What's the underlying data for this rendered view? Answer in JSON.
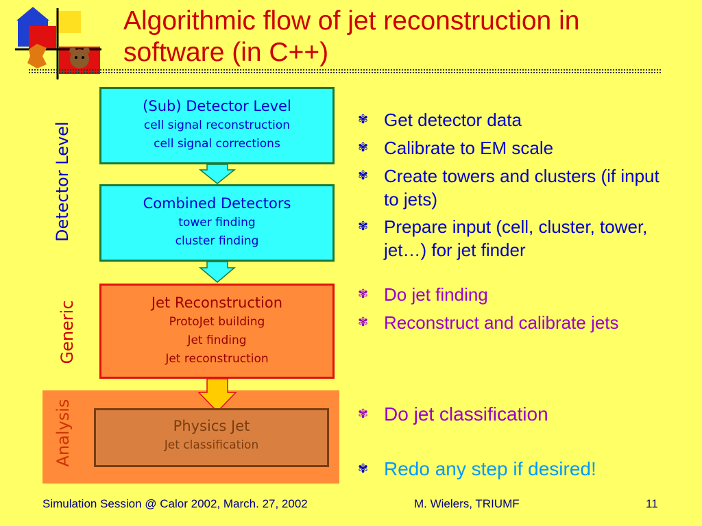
{
  "title": "Algorithmic flow of jet reconstruction in software (in C++)",
  "side_labels": {
    "detector": "Detector Level",
    "generic": "Generic",
    "analysis": "Analysis"
  },
  "boxes": {
    "sub_detector": {
      "head": "(Sub) Detector Level",
      "l1": "cell signal reconstruction",
      "l2": "cell signal corrections"
    },
    "combined": {
      "head": "Combined Detectors",
      "l1": "tower finding",
      "l2": "cluster finding"
    },
    "jet_reco": {
      "head": "Jet Reconstruction",
      "l1": "ProtoJet building",
      "l2": "Jet finding",
      "l3": "Jet reconstruction"
    },
    "physics_jet": {
      "head": "Physics Jet",
      "l1": "Jet classification"
    }
  },
  "bullets": {
    "b1": "Get detector data",
    "b2": "Calibrate to EM scale",
    "b3": "Create towers and clusters (if input to jets)",
    "b4": "Prepare input (cell, cluster, tower, jet…) for jet finder",
    "b5": "Do jet finding",
    "b6": "Reconstruct and calibrate jets",
    "b7": "Do jet classification",
    "b8": "Redo any step if desired!"
  },
  "footer": {
    "left": "Simulation Session @ Calor 2002,  March. 27, 2002",
    "center": "M. Wielers, TRIUMF",
    "page": "11"
  },
  "colors": {
    "background": "#ffff66",
    "title": "#cc0000",
    "detector_blue": "#0000cc",
    "generic_purple": "#9900cc",
    "redo_cyan": "#0099ff"
  },
  "icons": {
    "bullet": "paw-bullet-icon",
    "logo": "squares-house-logo"
  }
}
